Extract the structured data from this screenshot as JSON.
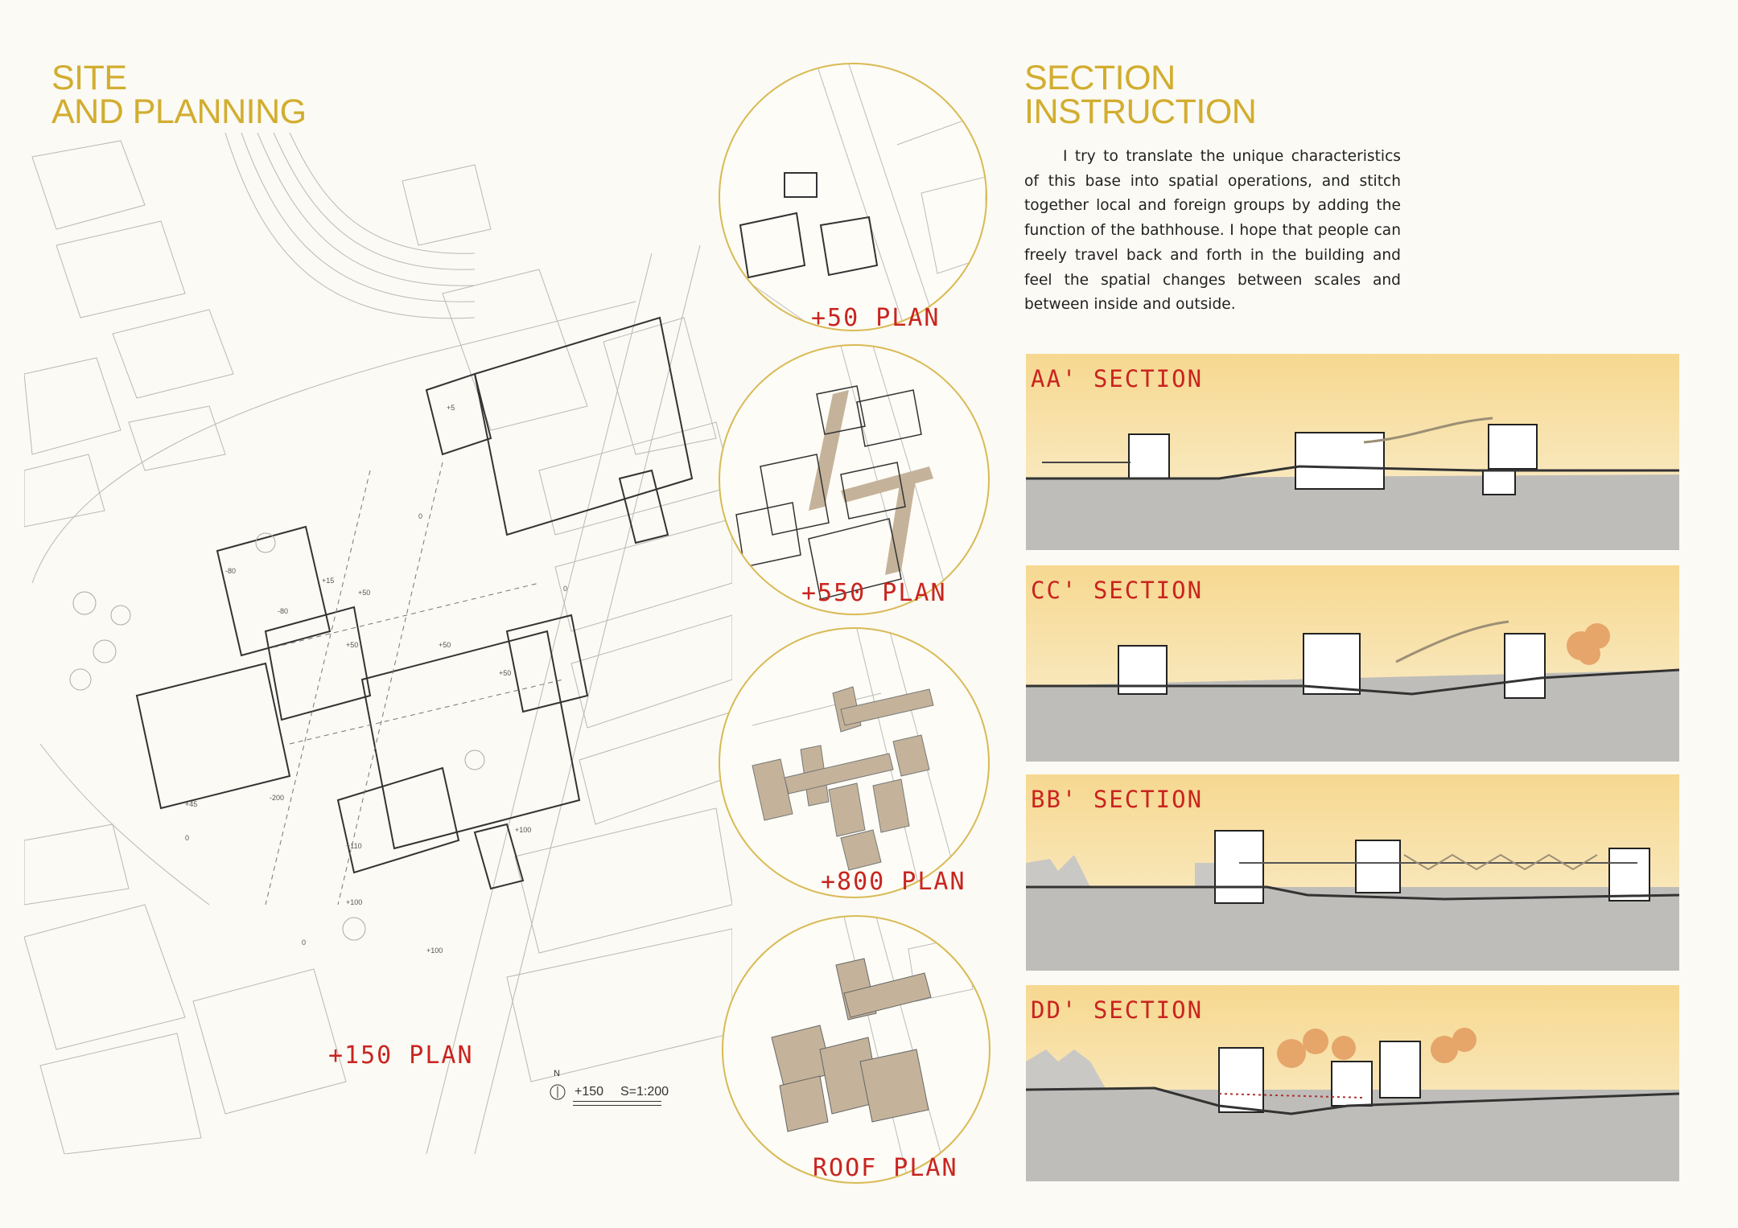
{
  "left_heading": {
    "line1": "SITE",
    "line2": "AND PLANNING"
  },
  "right_heading": {
    "line1": "SECTION",
    "line2": "INSTRUCTION"
  },
  "intro_text": "I try to translate the unique characteristics of this base into spatial operations, and stitch together local and foreign groups by adding the function of the bathhouse. I hope that people can freely travel back and forth in the building and feel the spatial changes between scales and between inside and outside.",
  "main_plan": {
    "label": "+150 PLAN",
    "north": "N",
    "scale_level": "+150",
    "scale_ratio": "S=1:200",
    "levels": [
      "+50",
      "+50",
      "+50",
      "+50",
      "+15",
      "+5",
      "+45",
      "-200",
      "+110",
      "+100",
      "+100",
      "+100",
      "-80",
      "-80",
      "0",
      "0",
      "0",
      "0"
    ]
  },
  "circle_plans": [
    {
      "label": "+50 PLAN"
    },
    {
      "label": "+550 PLAN"
    },
    {
      "label": "+800 PLAN"
    },
    {
      "label": "ROOF PLAN"
    }
  ],
  "sections": [
    {
      "label": "AA' SECTION"
    },
    {
      "label": "CC' SECTION"
    },
    {
      "label": "BB' SECTION"
    },
    {
      "label": "DD' SECTION"
    }
  ],
  "colors": {
    "heading": "#d2ad2f",
    "label_red": "#c9241f",
    "circle_border": "#d9ba55",
    "sky": "#f7dfa0",
    "ground": "#b9b8b4",
    "massing": "#c4b39a"
  }
}
